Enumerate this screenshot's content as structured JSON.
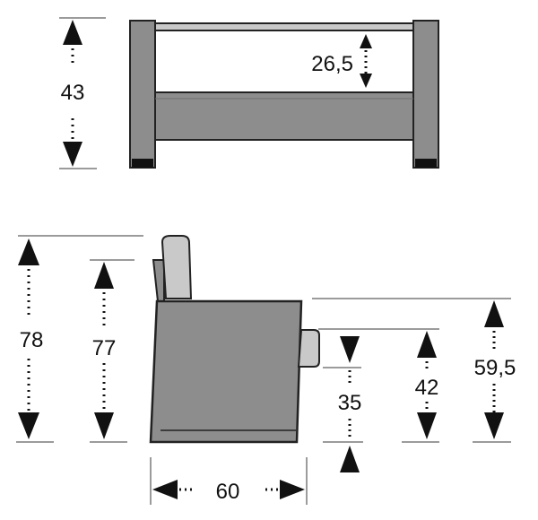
{
  "colors": {
    "line": "#222222",
    "guide": "#7a7a7a",
    "frame": "#8d8d8d",
    "frame_dark": "#6f6f6f",
    "cushion": "#c9c9c9",
    "foot": "#111111",
    "background": "#ffffff"
  },
  "front_view": {
    "height_label": "43",
    "seat_depth_label": "26,5"
  },
  "side_view": {
    "total_height_label": "78",
    "back_height_label": "77",
    "arm_height_label": "59,5",
    "seat_height_label": "42",
    "seat_thickness_label": "35",
    "depth_label": "60"
  }
}
